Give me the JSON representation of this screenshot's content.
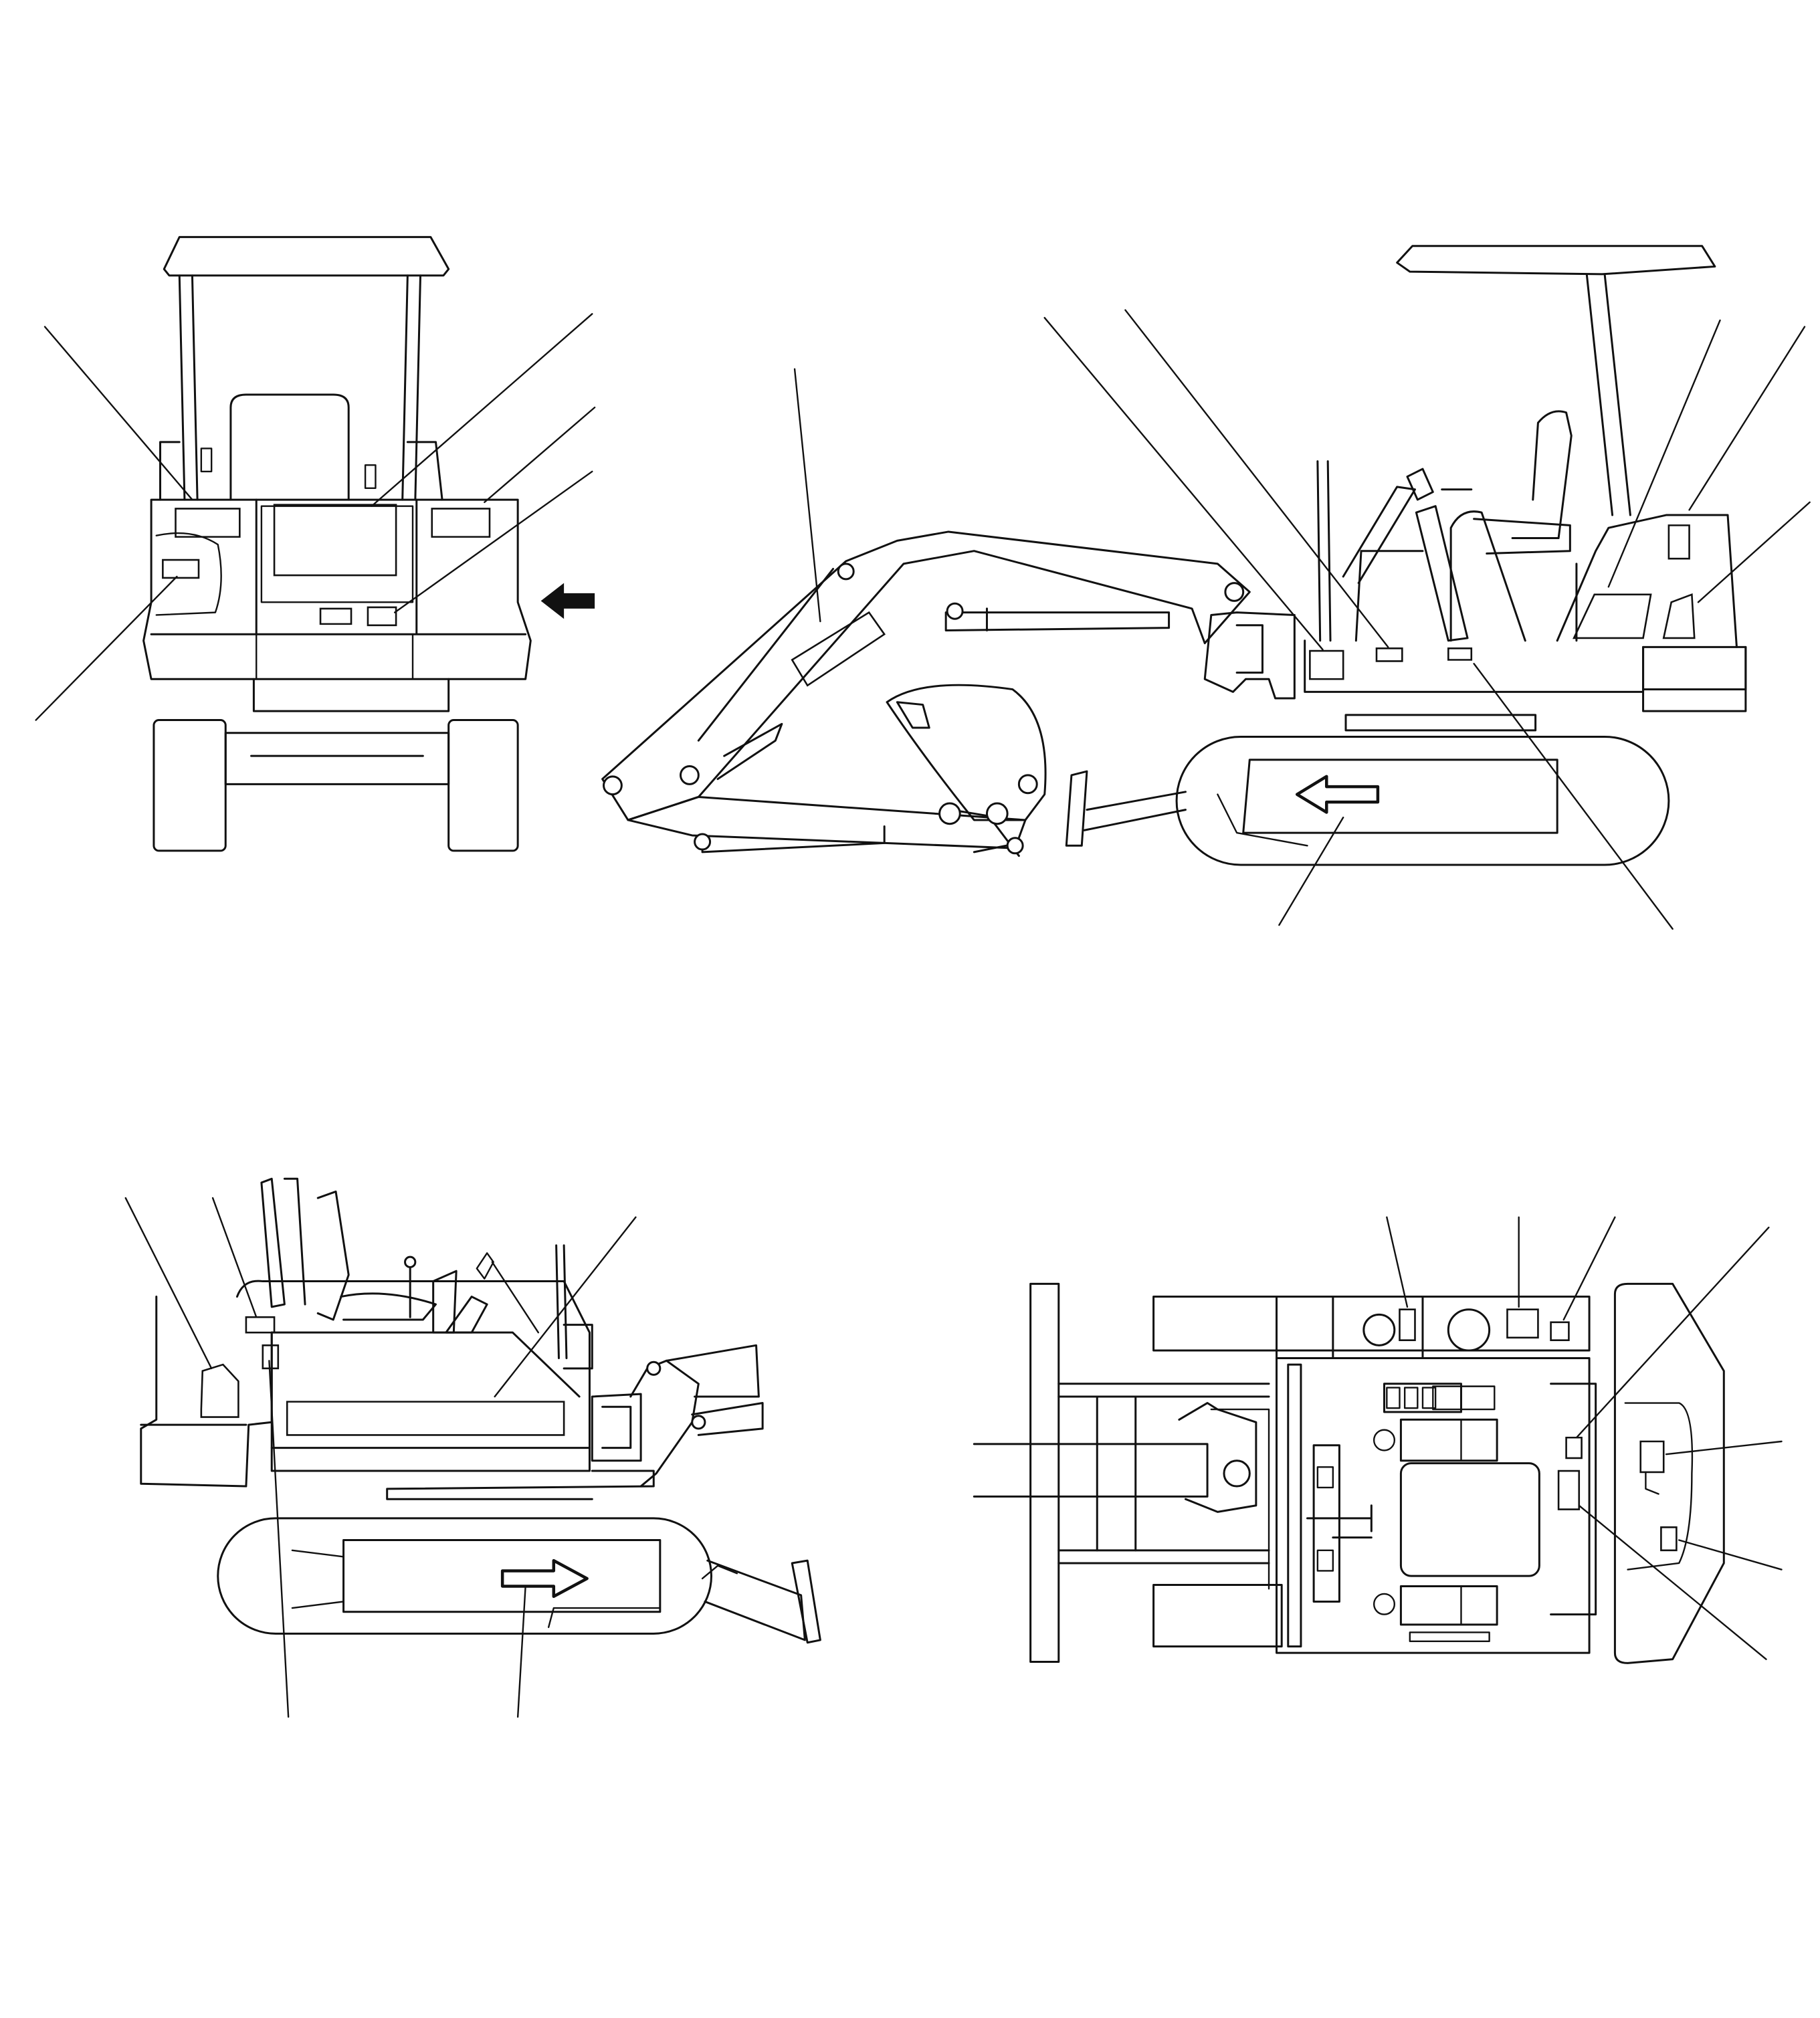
{
  "sheet": {
    "description_visible_text": "",
    "views": [
      {
        "name": "rear-view",
        "callouts": 5,
        "has_view_arrow": true
      },
      {
        "name": "left-side-view",
        "callouts": 8
      },
      {
        "name": "right-side-view",
        "callouts": 4
      },
      {
        "name": "top-view",
        "callouts": 6
      }
    ]
  },
  "colors": {
    "line": "#111111",
    "background": "#ffffff"
  }
}
